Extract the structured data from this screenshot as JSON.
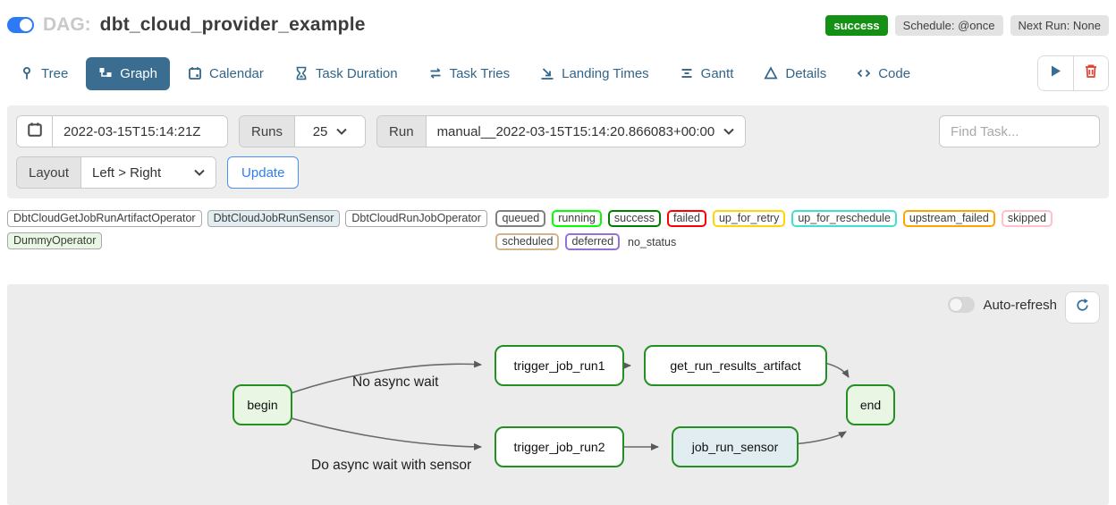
{
  "header": {
    "dag_prefix": "DAG:",
    "dag_title": "dbt_cloud_provider_example",
    "status_badge": "success",
    "schedule_badge": "Schedule: @once",
    "next_run_badge": "Next Run: None",
    "toggle_state": "on",
    "status_color": "#149114"
  },
  "tabs": [
    {
      "label": "Tree",
      "icon": "tree-icon",
      "active": false
    },
    {
      "label": "Graph",
      "icon": "graph-icon",
      "active": true
    },
    {
      "label": "Calendar",
      "icon": "calendar-icon",
      "active": false
    },
    {
      "label": "Task Duration",
      "icon": "hourglass-icon",
      "active": false
    },
    {
      "label": "Task Tries",
      "icon": "repeat-icon",
      "active": false
    },
    {
      "label": "Landing Times",
      "icon": "landing-icon",
      "active": false
    },
    {
      "label": "Gantt",
      "icon": "gantt-icon",
      "active": false
    },
    {
      "label": "Details",
      "icon": "triangle-icon",
      "active": false
    },
    {
      "label": "Code",
      "icon": "code-icon",
      "active": false
    }
  ],
  "filters": {
    "base_date_value": "2022-03-15T15:14:21Z",
    "runs_label": "Runs",
    "runs_value": "25",
    "run_label": "Run",
    "run_value": "manual__2022-03-15T15:14:20.866083+00:00",
    "find_task_placeholder": "Find Task...",
    "layout_label": "Layout",
    "layout_value": "Left > Right",
    "update_button": "Update"
  },
  "legend": {
    "operators": [
      {
        "label": "DbtCloudGetJobRunArtifactOperator",
        "fill": "#ffffff"
      },
      {
        "label": "DbtCloudJobRunSensor",
        "fill": "#e1edf1"
      },
      {
        "label": "DbtCloudRunJobOperator",
        "fill": "#ffffff"
      },
      {
        "label": "DummyOperator",
        "fill": "#e8f7e4"
      }
    ],
    "statuses": [
      {
        "label": "queued",
        "color": "#808080"
      },
      {
        "label": "running",
        "color": "#00ff00"
      },
      {
        "label": "success",
        "color": "#008000"
      },
      {
        "label": "failed",
        "color": "#ff0000"
      },
      {
        "label": "up_for_retry",
        "color": "#ffd700"
      },
      {
        "label": "up_for_reschedule",
        "color": "#40e0d0"
      },
      {
        "label": "upstream_failed",
        "color": "#ffa500"
      },
      {
        "label": "skipped",
        "color": "#ffc0cb"
      },
      {
        "label": "scheduled",
        "color": "#d2b48c"
      },
      {
        "label": "deferred",
        "color": "#9370db"
      }
    ],
    "no_status_label": "no_status"
  },
  "graph": {
    "auto_refresh_label": "Auto-refresh",
    "auto_refresh_state": "off",
    "node_border_color": "#239023",
    "nodes": [
      {
        "id": "begin",
        "label": "begin",
        "operator": "DummyOperator",
        "state": "success"
      },
      {
        "id": "trigger_job_run1",
        "label": "trigger_job_run1",
        "operator": "DbtCloudRunJobOperator",
        "state": "success"
      },
      {
        "id": "get_run_results_artifact",
        "label": "get_run_results_artifact",
        "operator": "DbtCloudGetJobRunArtifactOperator",
        "state": "success"
      },
      {
        "id": "end",
        "label": "end",
        "operator": "DummyOperator",
        "state": "success"
      },
      {
        "id": "trigger_job_run2",
        "label": "trigger_job_run2",
        "operator": "DbtCloudRunJobOperator",
        "state": "success"
      },
      {
        "id": "job_run_sensor",
        "label": "job_run_sensor",
        "operator": "DbtCloudJobRunSensor",
        "state": "success"
      }
    ],
    "edge_labels": [
      "No async wait",
      "Do async wait with sensor"
    ],
    "edges": [
      {
        "from": "begin",
        "to": "trigger_job_run1"
      },
      {
        "from": "begin",
        "to": "trigger_job_run2"
      },
      {
        "from": "trigger_job_run1",
        "to": "get_run_results_artifact"
      },
      {
        "from": "trigger_job_run2",
        "to": "job_run_sensor"
      },
      {
        "from": "get_run_results_artifact",
        "to": "end"
      },
      {
        "from": "job_run_sensor",
        "to": "end"
      }
    ]
  }
}
